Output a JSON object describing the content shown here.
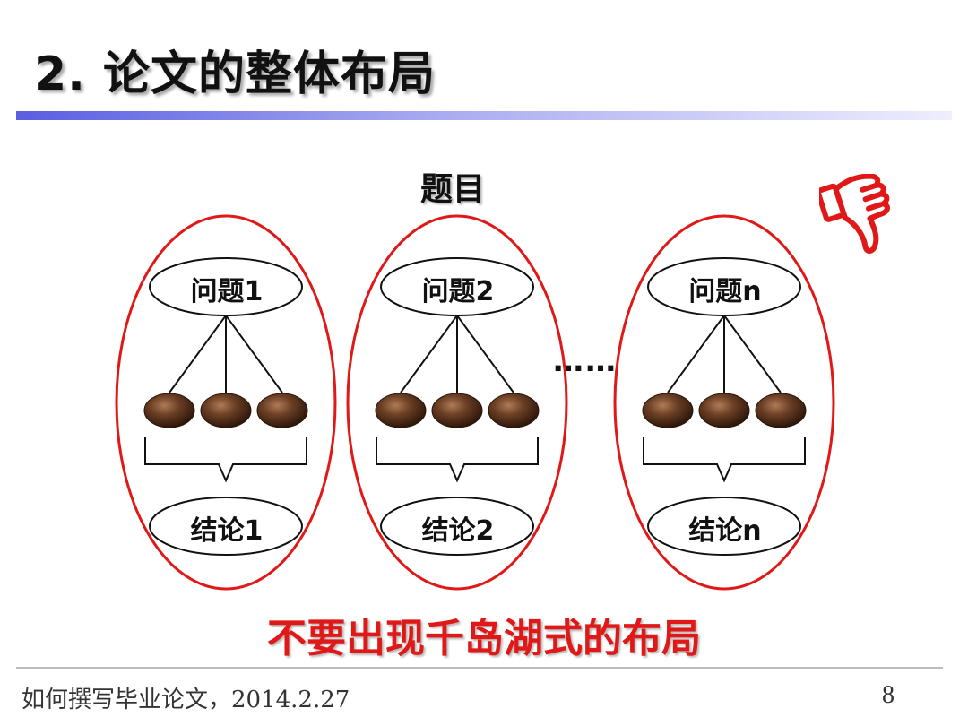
{
  "slide": {
    "title": "2. 论文的整体布局",
    "subject_label": "题目",
    "groups": [
      {
        "question": "问题1",
        "conclusion": "结论1"
      },
      {
        "question": "问题2",
        "conclusion": "结论2"
      },
      {
        "question": "问题n",
        "conclusion": "结论n"
      }
    ],
    "ellipsis": "……",
    "warning": "不要出现千岛湖式的布局",
    "warning_icon": "thumbs-down-icon"
  },
  "footer": {
    "text": "如何撰写毕业论文，2014.2.27",
    "page_number": "8"
  },
  "colors": {
    "title_bar": "#5a5ee0",
    "group_outline": "#e01818",
    "warning_text": "#e01818",
    "stone": "#6b3f24"
  }
}
